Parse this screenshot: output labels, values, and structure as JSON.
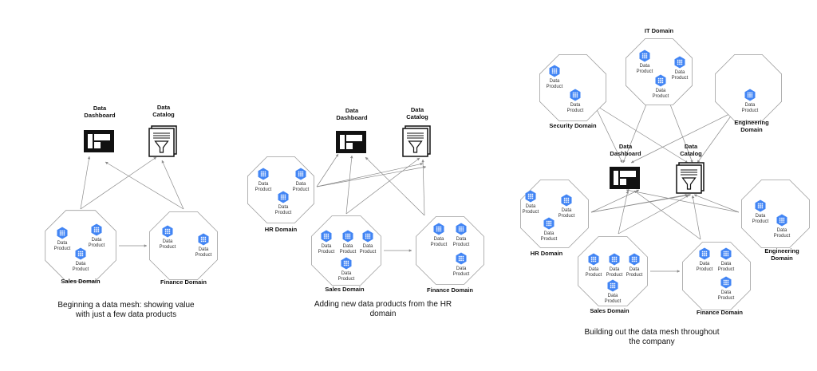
{
  "common": {
    "data_product_lines": [
      "Data",
      "Product"
    ],
    "dashboard_lines": [
      "Data",
      "Dashboard"
    ],
    "catalog_lines": [
      "Data",
      "Catalog"
    ]
  },
  "panels": [
    {
      "id": "p1",
      "caption": [
        "Beginning a data mesh:  showing value",
        "with just a few data products"
      ],
      "domains": [
        {
          "id": "sales1",
          "label": "Sales Domain",
          "products": 3
        },
        {
          "id": "finance1",
          "label": "Finance Domain",
          "products": 2
        }
      ],
      "tools": [
        "dashboard",
        "catalog"
      ]
    },
    {
      "id": "p2",
      "caption": [
        "Adding new data products from the HR",
        "domain"
      ],
      "domains": [
        {
          "id": "hr2",
          "label": "HR Domain",
          "products": 3
        },
        {
          "id": "sales2",
          "label": "Sales Domain",
          "products": 4
        },
        {
          "id": "finance2",
          "label": "Finance Domain",
          "products": 3
        }
      ],
      "tools": [
        "dashboard",
        "catalog"
      ]
    },
    {
      "id": "p3",
      "caption": [
        "Building out the data mesh throughout",
        "the company"
      ],
      "domains": [
        {
          "id": "security3",
          "label": "Security Domain",
          "products": 2
        },
        {
          "id": "it3",
          "label": "IT Domain",
          "products": 3
        },
        {
          "id": "engtop3",
          "label": "Engineering Domain",
          "products": 1
        },
        {
          "id": "hr3",
          "label": "HR Domain",
          "products": 3
        },
        {
          "id": "engright3",
          "label": "Engineering Domain",
          "products": 2
        },
        {
          "id": "sales3",
          "label": "Sales Domain",
          "products": 4
        },
        {
          "id": "finance3",
          "label": "Finance Domain",
          "products": 3
        }
      ],
      "tools": [
        "dashboard",
        "catalog"
      ]
    }
  ]
}
